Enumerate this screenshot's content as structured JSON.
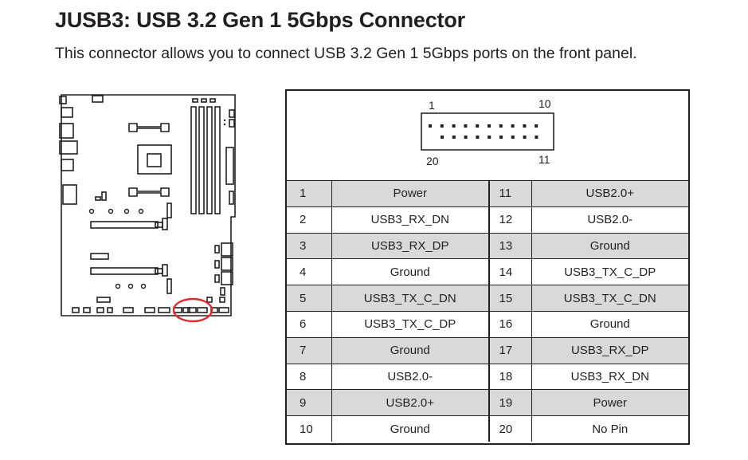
{
  "header": {
    "title": "JUSB3: USB 3.2 Gen 1 5Gbps Connector",
    "description": "This connector allows you to connect USB 3.2 Gen 1 5Gbps ports on the front panel."
  },
  "connector_diagram": {
    "label_top_left": "1",
    "label_top_right": "10",
    "label_bottom_left": "20",
    "label_bottom_right": "11"
  },
  "highlight_color": "#e3282e",
  "shade_color": "#d9d9da",
  "pin_table": [
    {
      "pin_a": "1",
      "signal_a": "Power",
      "pin_b": "11",
      "signal_b": "USB2.0+",
      "shaded": true
    },
    {
      "pin_a": "2",
      "signal_a": "USB3_RX_DN",
      "pin_b": "12",
      "signal_b": "USB2.0-",
      "shaded": false
    },
    {
      "pin_a": "3",
      "signal_a": "USB3_RX_DP",
      "pin_b": "13",
      "signal_b": "Ground",
      "shaded": true
    },
    {
      "pin_a": "4",
      "signal_a": "Ground",
      "pin_b": "14",
      "signal_b": "USB3_TX_C_DP",
      "shaded": false
    },
    {
      "pin_a": "5",
      "signal_a": "USB3_TX_C_DN",
      "pin_b": "15",
      "signal_b": "USB3_TX_C_DN",
      "shaded": true
    },
    {
      "pin_a": "6",
      "signal_a": "USB3_TX_C_DP",
      "pin_b": "16",
      "signal_b": "Ground",
      "shaded": false
    },
    {
      "pin_a": "7",
      "signal_a": "Ground",
      "pin_b": "17",
      "signal_b": "USB3_RX_DP",
      "shaded": true
    },
    {
      "pin_a": "8",
      "signal_a": "USB2.0-",
      "pin_b": "18",
      "signal_b": "USB3_RX_DN",
      "shaded": false
    },
    {
      "pin_a": "9",
      "signal_a": "USB2.0+",
      "pin_b": "19",
      "signal_b": "Power",
      "shaded": true
    },
    {
      "pin_a": "10",
      "signal_a": "Ground",
      "pin_b": "20",
      "signal_b": "No Pin",
      "shaded": false
    }
  ]
}
